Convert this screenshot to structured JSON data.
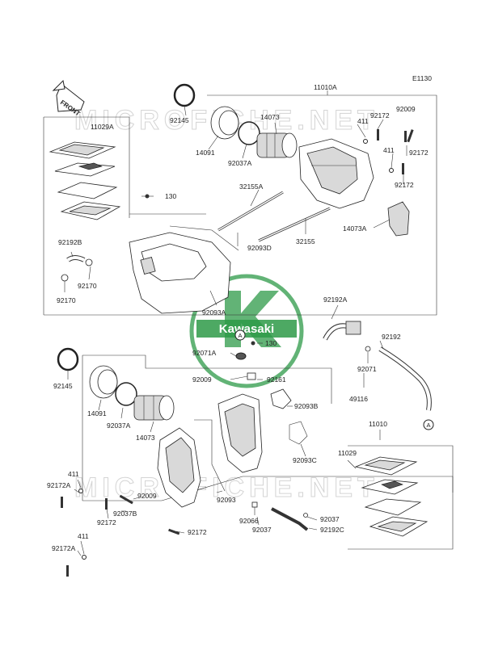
{
  "diagram_code": "E1130",
  "front_label": "FRONT",
  "watermark_top": "MICROFICHE.NET",
  "watermark_bottom": "MICROFICHE.NET",
  "logo_text": "Kawasaki",
  "logo_color": "#2e9a48",
  "callout_a": "A",
  "parts": {
    "p11010A": "11010A",
    "p11029A": "11029A",
    "p92145_top": "92145",
    "p14091_top": "14091",
    "p92037A_top": "92037A",
    "p14073_top": "14073",
    "p411_t1": "411",
    "p92172_t1": "92172",
    "p92009_t1": "92009",
    "p411_t2": "411",
    "p92172_t2": "92172",
    "p92172_t3": "92172",
    "p130_t": "130",
    "p32155A": "32155A",
    "p92192B": "92192B",
    "p92170_a": "92170",
    "p92170_b": "92170",
    "p92093D": "92093D",
    "p32155": "32155",
    "p14073A": "14073A",
    "p92093A": "92093A",
    "p92192A": "92192A",
    "p92071A": "92071A",
    "p130_b": "130",
    "p92192": "92192",
    "p92071": "92071",
    "p49116": "49116",
    "p92145_bot": "92145",
    "p92009_b1": "92009",
    "p92161": "92161",
    "p92093B": "92093B",
    "p14091_bot": "14091",
    "p92037A_bot": "92037A",
    "p14073_bot": "14073",
    "p11010": "11010",
    "p92093C": "92093C",
    "p11029": "11029",
    "p411_b1": "411",
    "p92172A_b1": "92172A",
    "p92009_b2": "92009",
    "p92037B": "92037B",
    "p92172_b1": "92172",
    "p92093": "92093",
    "p92066": "92066",
    "p92037_b1": "92037",
    "p92037_b2": "92037",
    "p92192C": "92192C",
    "p92172_b2": "92172",
    "p411_b2": "411",
    "p92172A_b2": "92172A"
  }
}
